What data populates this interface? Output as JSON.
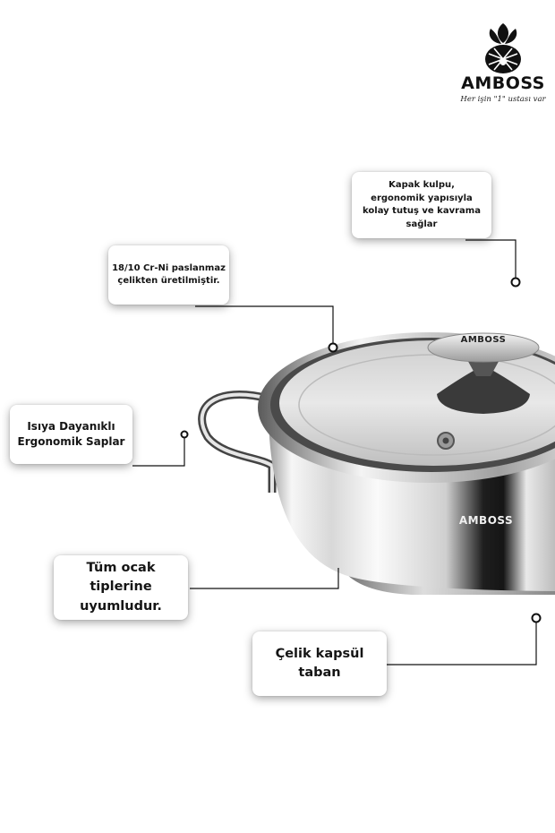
{
  "brand": {
    "name": "AMBOSS",
    "slogan": "Her işin \"1\" ustası var",
    "lid_knob_text": "AMBOSS",
    "body_text": "AMBOSS"
  },
  "callouts": {
    "lid_handle": [
      "Kapak kulpu,",
      "ergonomik yapısıyla",
      "kolay tutuş ve kavrama sağlar"
    ],
    "steel": [
      "18/10 Cr-Ni paslanmaz",
      "çelikten üretilmiştir."
    ],
    "handles": [
      "Isıya Dayanıklı",
      "Ergonomik Saplar"
    ],
    "hobs": [
      "Tüm ocak tiplerine",
      "uyumludur."
    ],
    "base": [
      "Çelik kapsül taban"
    ]
  },
  "colors": {
    "line": "#111111",
    "steel_light": "#f2f2f2",
    "steel_dark": "#1a1a1a"
  },
  "icons": [
    "pineapple-logo-icon"
  ]
}
